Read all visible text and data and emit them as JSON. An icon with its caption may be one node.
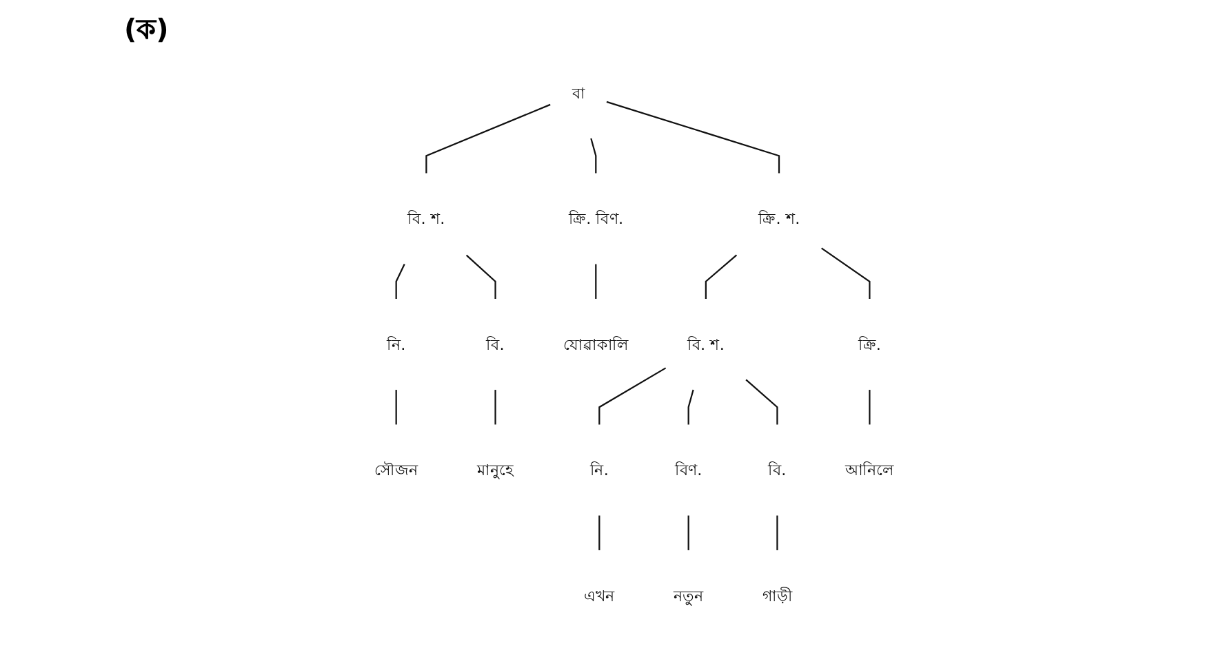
{
  "diagram": {
    "nodes": [
      {
        "text": [
          "বা"
        ]
      },
      {
        "text": [
          "বি. শ."
        ]
      },
      {
        "text": [
          "ক্রি. শ."
        ]
      },
      {
        "text": [
          "বি. শ."
        ]
      },
      {
        "text": [
          "নি."
        ]
      },
      {
        "text": [
          "বি."
        ]
      },
      {
        "text": [
          "ক্রি. বিণ."
        ]
      },
      {
        "text": [
          "নি."
        ]
      },
      {
        "text": [
          "বিণ."
        ]
      },
      {
        "text": [
          "বি."
        ]
      },
      {
        "text": [
          "ক্রি."
        ]
      },
      {
        "text": [
          "সৌজন"
        ]
      },
      {
        "text": [
          "মানুহে"
        ]
      },
      {
        "text": [
          "যোৱাকালি"
        ]
      },
      {
        "text": [
          "এখন"
        ]
      },
      {
        "text": [
          "নতুন"
        ]
      },
      {
        "text": [
          "গাড়ী"
        ]
      },
      {
        "text": [
          "আনিলে"
        ]
      }
    ],
    "edges": [
      {
        "from": 0,
        "to": 1,
        "arrow": "none"
      },
      {
        "from": 0,
        "to": 6,
        "arrow": "none"
      },
      {
        "from": 0,
        "to": 2,
        "arrow": "none"
      },
      {
        "from": 1,
        "to": 4,
        "arrow": "none"
      },
      {
        "from": 1,
        "to": 5,
        "arrow": "none"
      },
      {
        "from": 2,
        "to": 3,
        "arrow": "none"
      },
      {
        "from": 2,
        "to": 10,
        "arrow": "none"
      },
      {
        "from": 3,
        "to": 7,
        "arrow": "none"
      },
      {
        "from": 3,
        "to": 8,
        "arrow": "none"
      },
      {
        "from": 3,
        "to": 9,
        "arrow": "none"
      },
      {
        "from": 4,
        "to": 11,
        "arrow": "none"
      },
      {
        "from": 5,
        "to": 12,
        "arrow": "none"
      },
      {
        "from": 6,
        "to": 13,
        "arrow": "none"
      },
      {
        "from": 7,
        "to": 14,
        "arrow": "none"
      },
      {
        "from": 8,
        "to": 15,
        "arrow": "none"
      },
      {
        "from": 9,
        "to": 16,
        "arrow": "none"
      },
      {
        "from": 10,
        "to": 17,
        "arrow": "none"
      }
    ],
    "labels": [
      "(ক)"
    ]
  }
}
